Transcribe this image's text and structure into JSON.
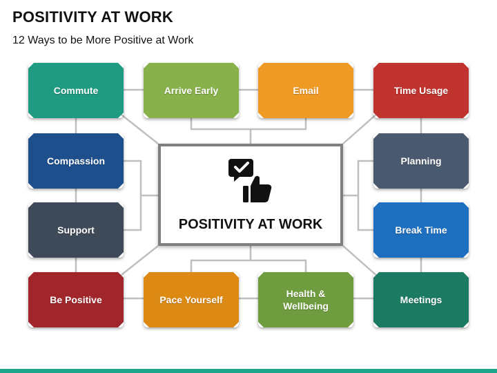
{
  "title": "POSITIVITY AT WORK",
  "subtitle": "12 Ways to be More Positive at Work",
  "center": {
    "label": "POSITIVITY AT WORK",
    "icons": [
      "checkmark-speech-bubble-icon",
      "thumbs-up-icon"
    ]
  },
  "items": [
    {
      "label": "Commute",
      "color": "#1f9b82"
    },
    {
      "label": "Arrive Early",
      "color": "#88b04b"
    },
    {
      "label": "Email",
      "color": "#ef9a25"
    },
    {
      "label": "Time Usage",
      "color": "#c0332e"
    },
    {
      "label": "Compassion",
      "color": "#1c4f8c"
    },
    {
      "label": "Planning",
      "color": "#4a5a6e"
    },
    {
      "label": "Support",
      "color": "#3f4a58"
    },
    {
      "label": "Break Time",
      "color": "#1e6fbf"
    },
    {
      "label": "Be Positive",
      "color": "#a1262b"
    },
    {
      "label": "Pace Yourself",
      "color": "#dc8a14"
    },
    {
      "label": "Health &\nWellbeing",
      "color": "#6f9c3e"
    },
    {
      "label": "Meetings",
      "color": "#1a7a62"
    }
  ],
  "colors": {
    "connector": "#bfbfbf",
    "center_border": "#7f7f7f",
    "bottom_bar": "#20a68a"
  }
}
